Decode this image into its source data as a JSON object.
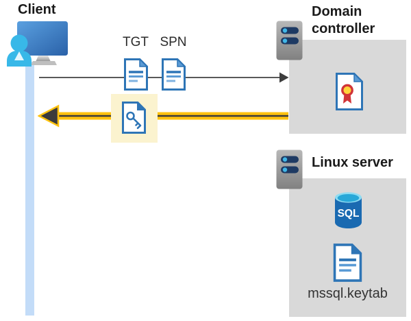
{
  "diagram": {
    "client": {
      "label": "Client"
    },
    "flow": {
      "tgt_label": "TGT",
      "spn_label": "SPN"
    },
    "domain_controller": {
      "label": "Domain controller"
    },
    "linux_server": {
      "label": "Linux server",
      "database_label": "SQL",
      "keytab_file": "mssql.keytab"
    },
    "colors": {
      "document_blue": "#2e75b6",
      "document_fold_blue": "#5b9bd5",
      "accent_cyan": "#38b8e8",
      "monitor_blue_dark": "#2a61a8",
      "lifeline_blue": "#c3dcf8",
      "box_gray": "#d9d9d9",
      "server_navy": "#1e3a63",
      "server_dot_cyan": "#41b6e6",
      "arrow_gray": "#595959",
      "arrow_yellow": "#ffc20e",
      "highlight_yellow": "#fbf3cf",
      "certificate_red": "#d13438",
      "certificate_gold": "#ffd43b",
      "sql_blue": "#1a6ab1",
      "text_dark": "#1a1a1a"
    }
  }
}
